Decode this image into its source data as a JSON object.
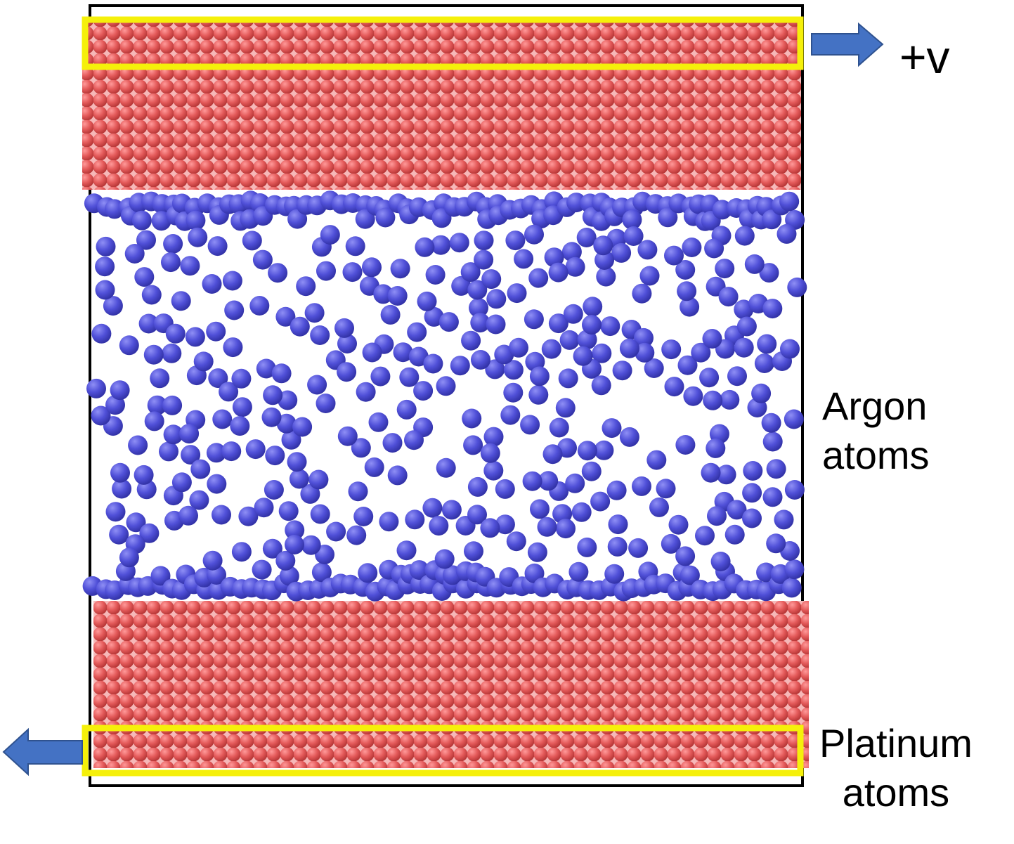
{
  "labels": {
    "velocity": "+v",
    "argon_line1": "Argon",
    "argon_line2": "atoms",
    "platinum_line1": "Platinum",
    "platinum_line2": "atoms"
  },
  "colors": {
    "platinum": "#e45a5a",
    "argon": "#5050d8",
    "highlight": "#f5f00a",
    "arrow": "#4472c4",
    "box": "#000000"
  },
  "icons": {
    "top_arrow": "arrow-right-icon",
    "bottom_arrow": "arrow-left-icon"
  }
}
